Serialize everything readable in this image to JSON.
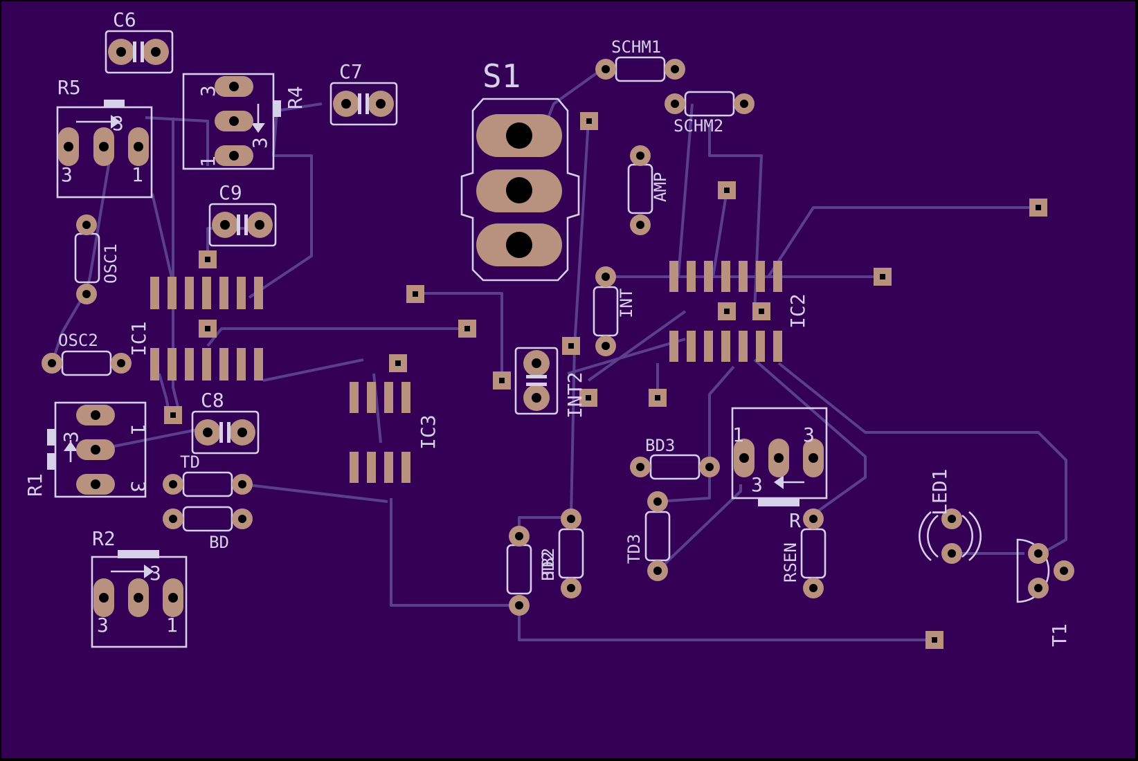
{
  "board": {
    "background": "#330055",
    "pad_color": "#b8927f",
    "silk_color": "#d6d0e8",
    "trace_color": "#5b3f8f"
  },
  "labels": {
    "c6": "C6",
    "c7": "C7",
    "c8": "C8",
    "c9": "C9",
    "r1": "R1",
    "r2": "R2",
    "r4": "R4",
    "r5": "R5",
    "s1": "S1",
    "schm1": "SCHM1",
    "schm2": "SCHM2",
    "amp": "AMP",
    "osc1": "OSC1",
    "osc2": "OSC2",
    "ic1": "IC1",
    "ic2": "IC2",
    "ic3": "IC3",
    "int": "INT",
    "int2": "INT2",
    "td": "TD",
    "bd": "BD",
    "bd3": "BD3",
    "td3": "TD3",
    "bd2": "BD2",
    "tb2": "TB2",
    "rsen": "RSEN",
    "r_partial": "R",
    "led1": "LED1",
    "t1": "T1"
  },
  "pin_numbers": {
    "one": "1",
    "three": "3"
  }
}
